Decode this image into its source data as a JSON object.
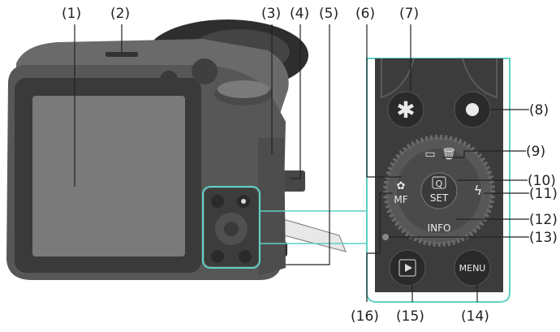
{
  "callouts": {
    "c1": "(1)",
    "c2": "(2)",
    "c3": "(3)",
    "c4": "(4)",
    "c5": "(5)",
    "c6": "(6)",
    "c7": "(7)",
    "c8": "(8)",
    "c9": "(9)",
    "c10": "(10)",
    "c11": "(11)",
    "c12": "(12)",
    "c13": "(13)",
    "c14": "(14)",
    "c15": "(15)",
    "c16": "(16)"
  },
  "buttons": {
    "menu": "MENU",
    "set_q": "Q",
    "set": "SET",
    "info": "INFO",
    "mf": "MF"
  },
  "colors": {
    "body": "#5a5a5a",
    "body_dark": "#3a3a3a",
    "screen": "#7a7a7a",
    "panel": "#3c3c3c",
    "button": "#2a2a2a",
    "dial": "#575757",
    "outline": "#5fd0c5"
  },
  "icons": [
    "star-icon",
    "record-icon",
    "drive-mode-icon",
    "trash-icon",
    "flash-icon",
    "macro-icon",
    "play-icon",
    "lamp-icon"
  ]
}
